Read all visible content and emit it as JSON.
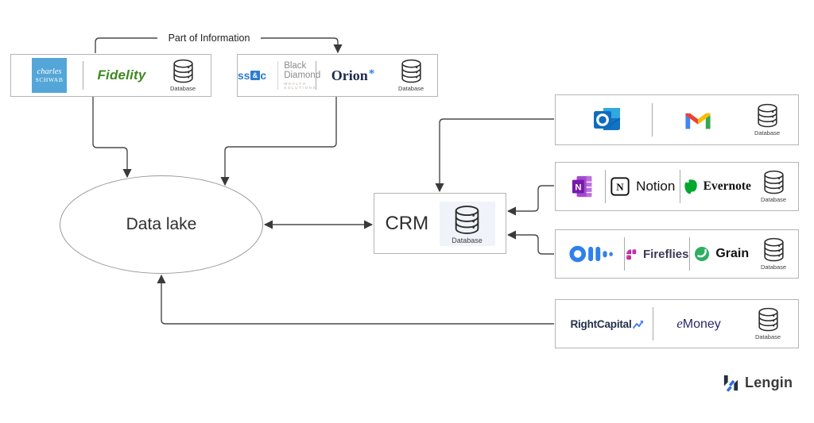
{
  "labels": {
    "part_of_information": "Part of Information",
    "data_lake": "Data lake",
    "crm": "CRM",
    "database": "Database"
  },
  "footer": {
    "brand": "Lengin"
  },
  "brands": {
    "schwab": {
      "line1": "charles",
      "line2": "SCHWAB"
    },
    "fidelity": {
      "name": "Fidelity"
    },
    "ssc": {
      "ss": "ss",
      "amp": "&",
      "c": "c",
      "black_diamond": "Black Diamond",
      "wealth_solutions": "WEALTH SOLUTIONS"
    },
    "orion": {
      "name": "Orion",
      "asterisk": "*"
    },
    "outlook": {
      "letter": "o"
    },
    "onenote": {
      "letter": "N"
    },
    "notion": {
      "letter": "N",
      "name": "Notion"
    },
    "evernote": {
      "name": "Evernote"
    },
    "fireflies": {
      "name": "Fireflies"
    },
    "grain": {
      "name": "Grain"
    },
    "rightcapital": {
      "name": "RightCapital"
    },
    "emoney": {
      "e": "e",
      "money": "Money"
    },
    "lengin": {
      "name": "Lengin"
    }
  },
  "colors": {
    "schwab_blue": "#55a6d8",
    "fidelity_green": "#3f8a21",
    "ssc_blue": "#2e7cd1",
    "orion_navy": "#1c2b4d",
    "orion_accent": "#2f7fe8",
    "outlook_blue": "#0f6cbd",
    "gmail_red": "#EA4335",
    "gmail_blue": "#4285F4",
    "gmail_green": "#34A853",
    "gmail_yellow": "#FBBC04",
    "onenote_purple": "#7719aa",
    "evernote_green": "#00a82d",
    "otter_blue": "#2f80ed",
    "fireflies_pink": "#d6336c",
    "grain_green": "#2fae64",
    "rightcapital_blue": "#4f7df9",
    "emoney_indigo": "#28286e",
    "lengin_dark": "#22303f",
    "lengin_blue": "#2f6fe4",
    "arrow": "#3a3a3a",
    "box_border": "#b5b5b5"
  },
  "edges": [
    {
      "from": "custodians-box",
      "to": "portfolio-box",
      "label": "Part of Information",
      "direction": "forward"
    },
    {
      "from": "custodians-box",
      "to": "data-lake",
      "direction": "forward"
    },
    {
      "from": "portfolio-box",
      "to": "data-lake",
      "direction": "forward"
    },
    {
      "from": "data-lake",
      "to": "crm-box",
      "direction": "both"
    },
    {
      "from": "email-box",
      "to": "crm-box",
      "direction": "forward"
    },
    {
      "from": "notes-box",
      "to": "crm-box",
      "direction": "forward"
    },
    {
      "from": "meetings-box",
      "to": "crm-box",
      "direction": "forward"
    },
    {
      "from": "planning-box",
      "to": "data-lake",
      "direction": "forward"
    }
  ]
}
